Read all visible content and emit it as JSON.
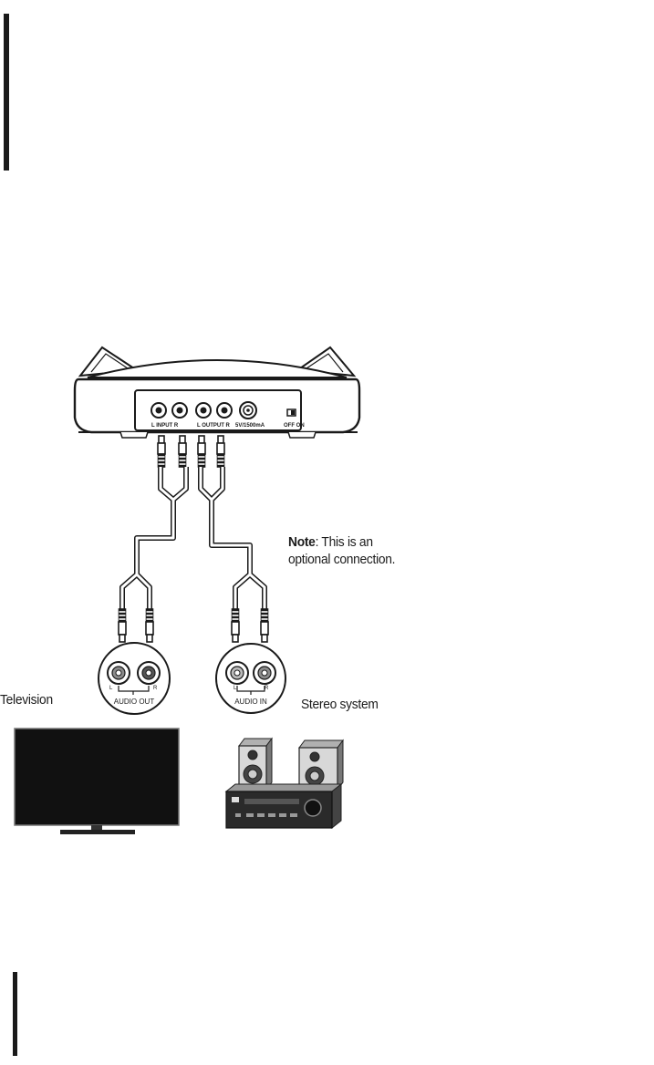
{
  "note": {
    "bold": "Note",
    "line1_rest": ": This is an",
    "line2": "optional connection."
  },
  "devices": {
    "television": "Television",
    "stereo": "Stereo system"
  },
  "jacks": {
    "audio_out": "AUDIO OUT",
    "audio_in": "AUDIO IN",
    "l": "L",
    "r": "R"
  },
  "base_panel": {
    "input": "L  INPUT  R",
    "output": "L  OUTPUT  R",
    "dc": "5V/1500mA",
    "switch": "OFF  ON"
  },
  "colors": {
    "line": "#1a1a1a",
    "fill_dark": "#111111",
    "grey": "#8c8c8c"
  }
}
